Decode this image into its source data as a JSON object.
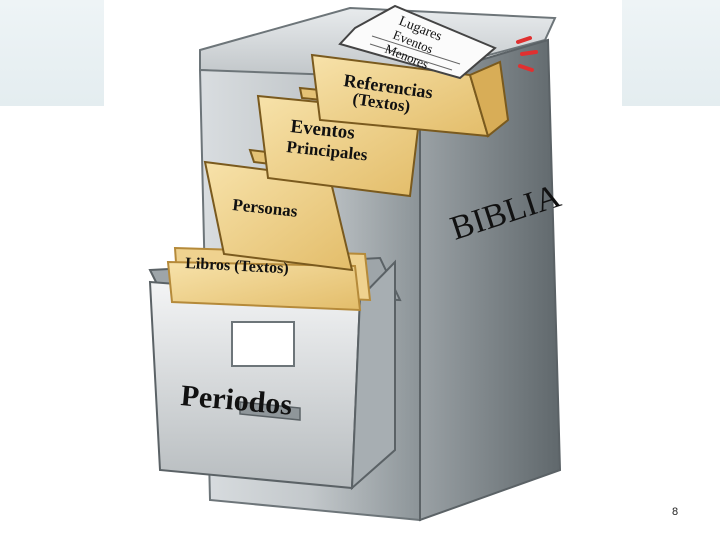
{
  "labels": {
    "paper_lines": [
      "Lugares",
      "Eventos",
      "Menores"
    ],
    "referencias": [
      "Referencias",
      "(Textos)"
    ],
    "eventos": [
      "Eventos",
      "Principales"
    ],
    "personas": "Personas",
    "biblia": "BIBLIA",
    "libros": "Libros (Textos)",
    "periodos": "Periodos"
  },
  "page_number": "8",
  "colors": {
    "folder": "#f1d38c",
    "folder_dark": "#c99a3c",
    "cabinet": "#c8cdd0",
    "cabinet_dark": "#7c8488",
    "alert": "#e03030"
  },
  "icons": [
    "file-cabinet-icon",
    "alert-marks-icon"
  ]
}
